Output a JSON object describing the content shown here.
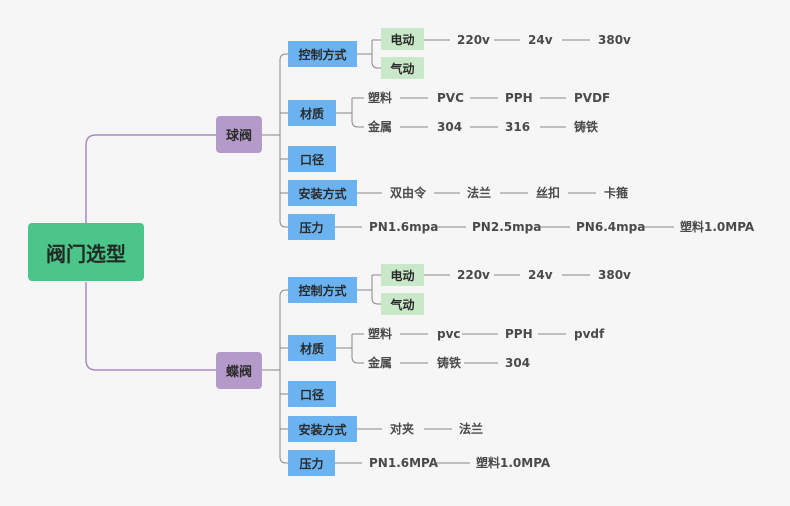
{
  "root": "阀门选型",
  "branches": [
    {
      "name": "球阀",
      "categories": [
        {
          "label": "控制方式",
          "options": [
            {
              "label": "电动",
              "values": [
                "220v",
                "24v",
                "380v"
              ]
            },
            {
              "label": "气动",
              "values": []
            }
          ]
        },
        {
          "label": "材质",
          "options": [
            {
              "label": "塑料",
              "values": [
                "PVC",
                "PPH",
                "PVDF"
              ]
            },
            {
              "label": "金属",
              "values": [
                "304",
                "316",
                "铸铁"
              ]
            }
          ]
        },
        {
          "label": "口径",
          "values": []
        },
        {
          "label": "安装方式",
          "values": [
            "双由令",
            "法兰",
            "丝扣",
            "卡箍"
          ]
        },
        {
          "label": "压力",
          "values": [
            "PN1.6mpa",
            "PN2.5mpa",
            "PN6.4mpa",
            "塑料1.0MPA"
          ]
        }
      ]
    },
    {
      "name": "蝶阀",
      "categories": [
        {
          "label": "控制方式",
          "options": [
            {
              "label": "电动",
              "values": [
                "220v",
                "24v",
                "380v"
              ]
            },
            {
              "label": "气动",
              "values": []
            }
          ]
        },
        {
          "label": "材质",
          "options": [
            {
              "label": "塑料",
              "values": [
                "pvc",
                "PPH",
                "pvdf"
              ]
            },
            {
              "label": "金属",
              "values": [
                "铸铁",
                "304"
              ]
            }
          ]
        },
        {
          "label": "口径",
          "values": []
        },
        {
          "label": "安装方式",
          "values": [
            "对夹",
            "法兰"
          ]
        },
        {
          "label": "压力",
          "values": [
            "PN1.6MPA",
            "塑料1.0MPA"
          ]
        }
      ]
    }
  ],
  "colors": {
    "root": "#4cc58a",
    "branch": "#b49ac8",
    "category": "#6ab2f0",
    "option_boxed": "#c9e8c9",
    "connector_main": "#a98cc0",
    "connector": "#8a8a8a"
  }
}
